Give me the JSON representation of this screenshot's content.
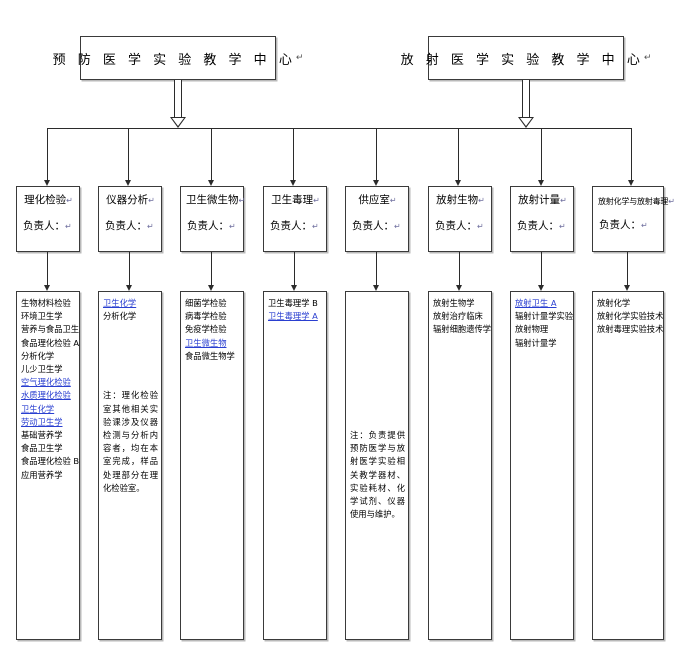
{
  "diagram": {
    "title_boxes": [
      {
        "id": "prev-med",
        "label": "预 防 医 学 实 验 教 学 中 心",
        "mark": "↵"
      },
      {
        "id": "radio-med",
        "label": "放 射 医 学 实 验 教 学 中 心",
        "mark": "↵"
      }
    ],
    "owner_label": "负责人：",
    "owner_mark": "↵",
    "departments": [
      {
        "id": "physical-chemical-testing",
        "title": "理化检验",
        "owner": "负责人：",
        "courses": [
          {
            "text": "生物材料检验",
            "highlight": false
          },
          {
            "text": "环境卫生学",
            "highlight": false
          },
          {
            "text": "营养与食品卫生",
            "highlight": false
          },
          {
            "text": "食品理化检验 A",
            "highlight": false
          },
          {
            "text": "分析化学",
            "highlight": false
          },
          {
            "text": "儿少卫生学",
            "highlight": false
          },
          {
            "text": "空气理化检验",
            "highlight": true
          },
          {
            "text": "水质理化检验",
            "highlight": true
          },
          {
            "text": "卫生化学",
            "highlight": true
          },
          {
            "text": "劳动卫生学",
            "highlight": true
          },
          {
            "text": "基础营养学",
            "highlight": false
          },
          {
            "text": "食品卫生学",
            "highlight": false
          },
          {
            "text": "食品理化检验 B",
            "highlight": false
          },
          {
            "text": "应用营养学",
            "highlight": false
          }
        ],
        "note": ""
      },
      {
        "id": "instrument-analysis",
        "title": "仪器分析",
        "owner": "负责人：",
        "courses": [
          {
            "text": "卫生化学",
            "highlight": true
          },
          {
            "text": "分析化学",
            "highlight": false
          }
        ],
        "note": "注：理化检验室其他相关实验课涉及仪器检测与分析内容者，均在本室完成，样品处理部分在理化检验室。"
      },
      {
        "id": "hygienic-microbiology",
        "title": "卫生微生物",
        "owner": "负责人：",
        "courses": [
          {
            "text": "细菌学检验",
            "highlight": false
          },
          {
            "text": "病毒学检验",
            "highlight": false
          },
          {
            "text": "免疫学检验",
            "highlight": false
          },
          {
            "text": "卫生微生物",
            "highlight": true
          },
          {
            "text": "食品微生物学",
            "highlight": false
          }
        ],
        "note": ""
      },
      {
        "id": "hygienic-toxicology",
        "title": "卫生毒理",
        "owner": "负责人：",
        "courses": [
          {
            "text": "卫生毒理学 B",
            "highlight": false
          },
          {
            "text": "卫生毒理学 A",
            "highlight": true
          }
        ],
        "note": ""
      },
      {
        "id": "supply-room",
        "title": "供应室",
        "owner": "负责人：",
        "courses": [],
        "note": "注：负责提供预防医学与放射医学实验相关教学器材、实验耗材、化学试剂、仪器使用与维护。"
      },
      {
        "id": "radiation-biology",
        "title": "放射生物",
        "owner": "负责人：",
        "courses": [
          {
            "text": "放射生物学",
            "highlight": false
          },
          {
            "text": "放射治疗临床",
            "highlight": false
          },
          {
            "text": "辐射细胞遗传学",
            "highlight": false
          }
        ],
        "note": ""
      },
      {
        "id": "radiation-dosimetry",
        "title": "放射计量",
        "owner": "负责人：",
        "courses": [
          {
            "text": "放射卫生 A",
            "highlight": true
          },
          {
            "text": "辐射计量学实验技术",
            "highlight": false
          },
          {
            "text": "放射物理",
            "highlight": false
          },
          {
            "text": "辐射计量学",
            "highlight": false
          }
        ],
        "note": ""
      },
      {
        "id": "radiochemistry-toxicology",
        "title": "放射化学与放射毒理",
        "owner": "负责人：",
        "courses": [
          {
            "text": "放射化学",
            "highlight": false
          },
          {
            "text": "放射化学实验技术",
            "highlight": false
          },
          {
            "text": "放射毒理实验技术",
            "highlight": false
          }
        ],
        "note": ""
      }
    ],
    "colors": {
      "highlight": "#2a3fd0",
      "line": "#2b2b2b",
      "border": "#3a3a3a",
      "shadow": "#b9b9b9"
    }
  }
}
